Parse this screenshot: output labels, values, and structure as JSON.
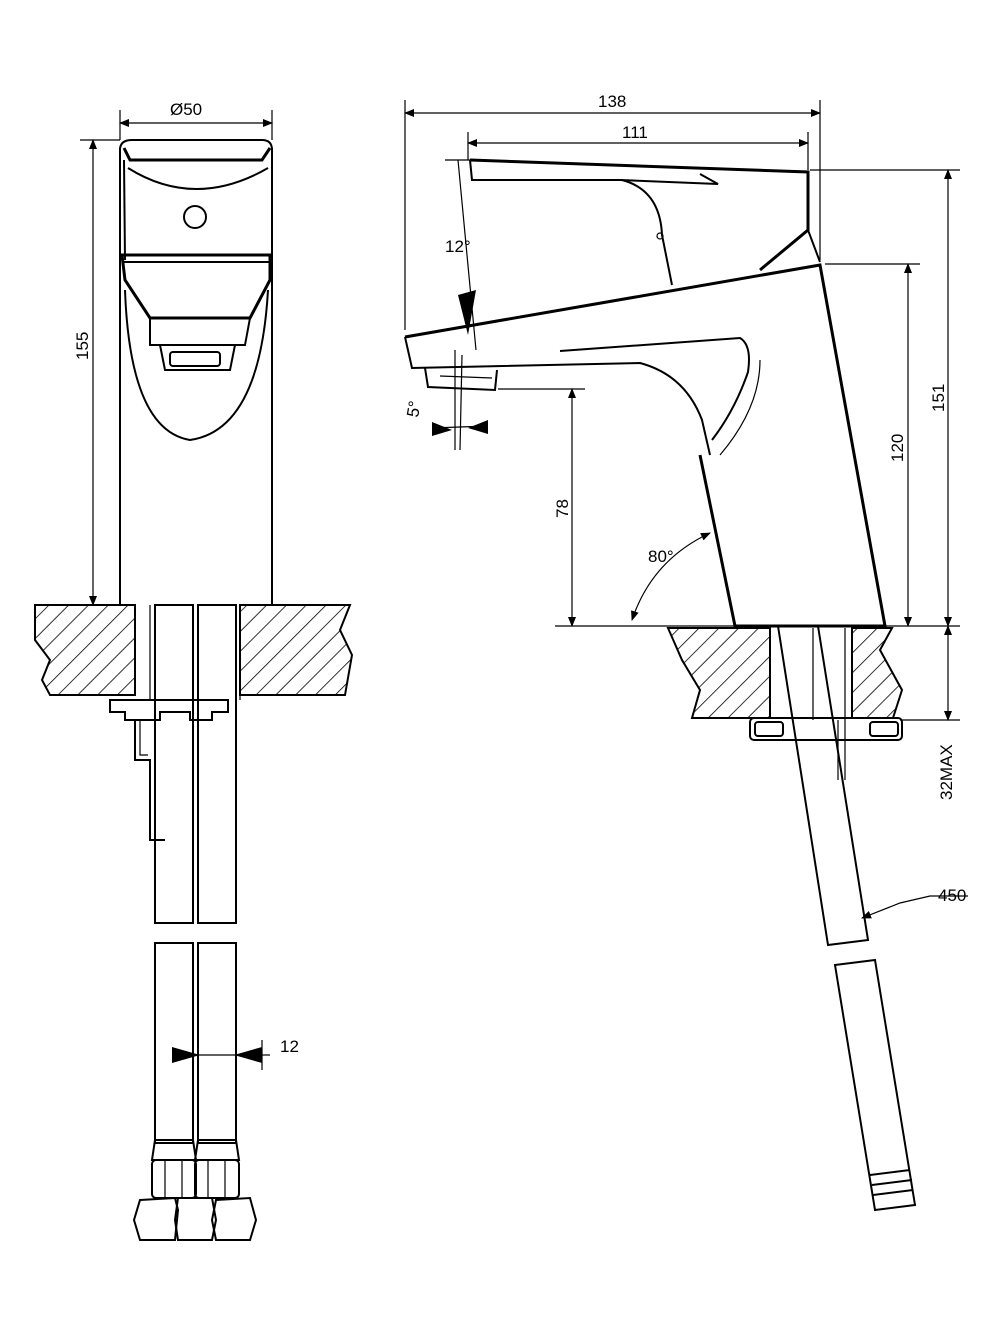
{
  "diagram": {
    "dimensions": {
      "diameter": "Ø50",
      "front_height": "155",
      "hose_diameter": "12",
      "total_depth": "138",
      "lever_length": "111",
      "lever_angle": "12°",
      "spout_angle": "5°",
      "spout_height": "78",
      "body_angle": "80°",
      "body_height": "120",
      "total_height": "151",
      "max_counter": "32MAX",
      "hose_length": "450"
    }
  }
}
